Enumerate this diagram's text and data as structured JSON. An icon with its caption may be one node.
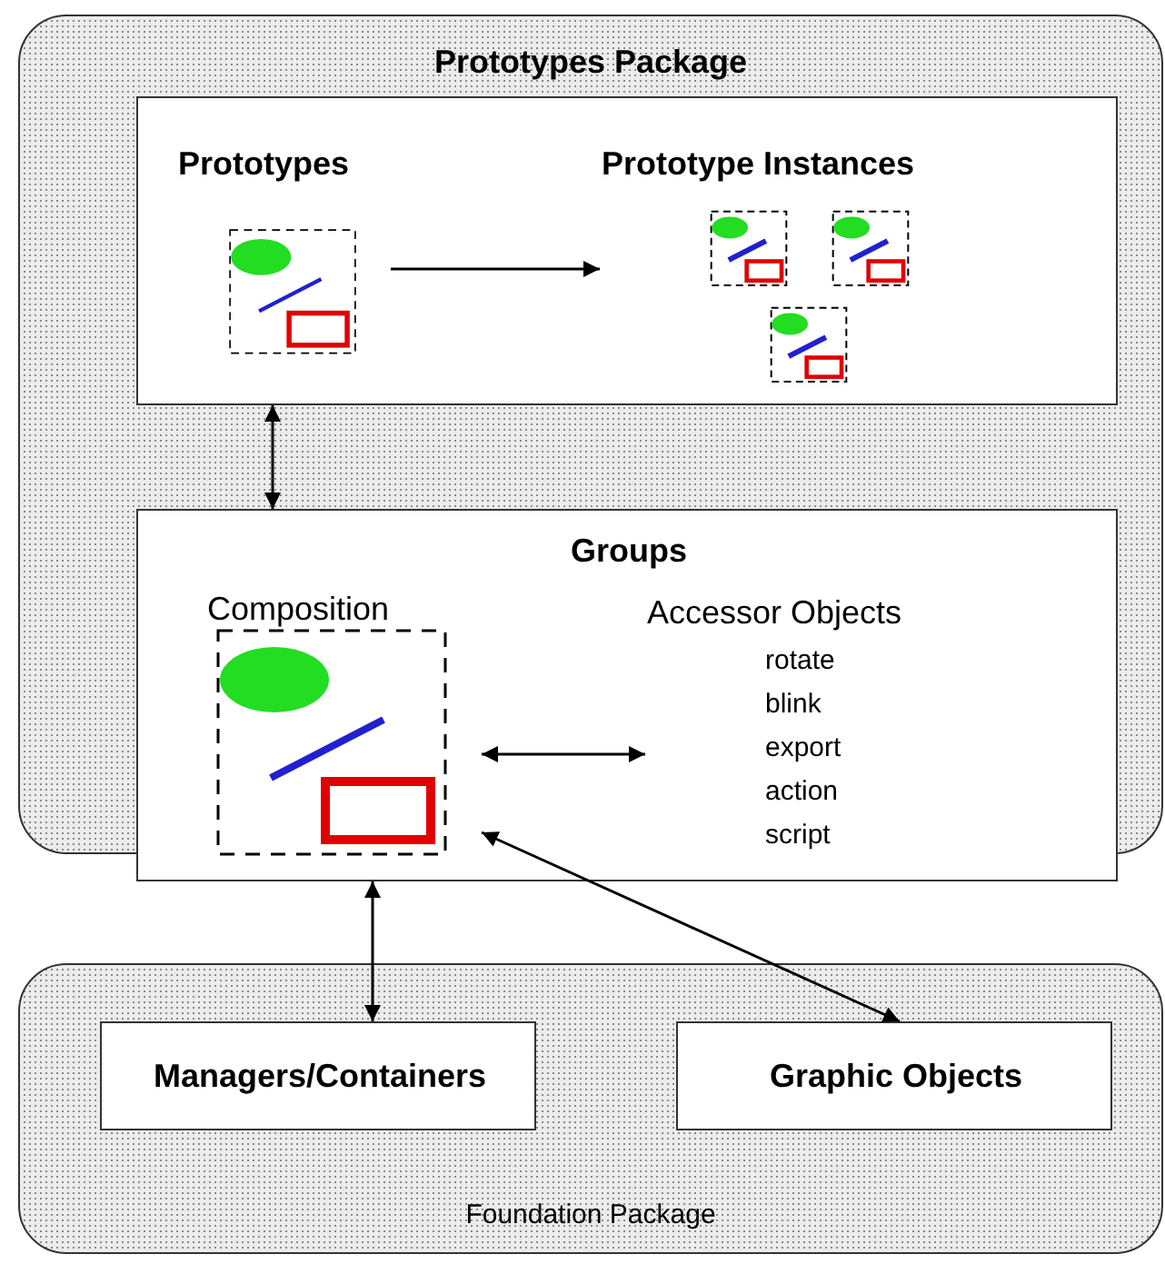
{
  "diagram": {
    "nodes": [
      {
        "text": [
          "Prototypes Package"
        ]
      },
      {
        "text": [],
        "shape": "box",
        "in": 0
      },
      {
        "text": [
          "Prototypes"
        ],
        "in": 1
      },
      {
        "text": [
          "Prototype Instances"
        ],
        "in": 1
      },
      {
        "text": [
          "Groups"
        ],
        "in": 0
      },
      {
        "text": [
          "Composition"
        ],
        "in": 4
      },
      {
        "text": [
          "Accessor Objects",
          "rotate",
          "blink",
          "export",
          "action",
          "script"
        ],
        "in": 4
      },
      {
        "text": [
          "Foundation Package"
        ]
      },
      {
        "text": [
          "Managers/Containers"
        ],
        "in": 7
      },
      {
        "text": [
          "Graphic Objects"
        ],
        "in": 7
      }
    ],
    "edges": [
      {
        "from": 2,
        "to": 3,
        "arrow": "to"
      },
      {
        "from": 1,
        "to": 4,
        "arrow": "both"
      },
      {
        "from": 5,
        "to": 6,
        "arrow": "both"
      },
      {
        "from": 4,
        "to": 8,
        "arrow": "both"
      },
      {
        "from": 5,
        "to": 9,
        "arrow": "both"
      }
    ]
  }
}
